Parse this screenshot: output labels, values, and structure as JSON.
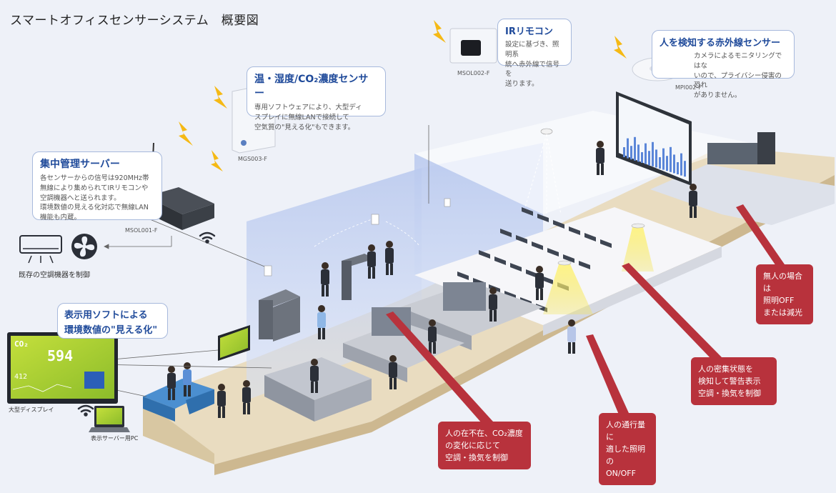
{
  "title": "スマートオフィスセンサーシステム　概要図",
  "server": {
    "heading": "集中管理サーバー",
    "body": [
      "各センサーからの信号は920MHz帯",
      "無線により集められてIRリモコンや",
      "空調機器へと送られます。",
      "環境数値の見える化対応で無線LAN",
      "機能も内蔵。"
    ],
    "model": "MSOL001-F"
  },
  "temp_sensor": {
    "heading": "温・湿度/CO₂濃度センサー",
    "body": [
      "専用ソフトウェアにより、大型ディ",
      "スプレイに無線LANで接続して",
      "空気質の\"見える化\"もできます。"
    ],
    "model": "MGS003-F"
  },
  "ir_remote": {
    "heading": "IRリモコン",
    "body": [
      "設定に基づき、照明系",
      "統へ赤外線で信号を",
      "送ります。"
    ],
    "model": "MSOL002-F"
  },
  "ir_sensor": {
    "heading": "人を検知する赤外線センサー",
    "body": [
      "カメラによるモニタリングではな",
      "いので、プライバシー侵害の恐れ",
      "がありません。"
    ],
    "model": "MPI002-F"
  },
  "hvac_control": "既存の空調機器を制御",
  "display_software": {
    "line1": "表示用ソフトによる",
    "line2": "環境数値の\"見える化\""
  },
  "large_display": {
    "caption": "大型ディスプレイ",
    "reading": "594",
    "co2_label": "CO₂",
    "small_value": "412"
  },
  "server_pc_caption": "表示サーバー用PC",
  "red_notes": {
    "unoccupied": [
      "無人の場合は",
      "照明OFF",
      "または減光"
    ],
    "crowding": [
      "人の密集状態を",
      "検知して警告表示",
      "空調・換気を制御"
    ],
    "traffic": [
      "人の通行量に",
      "適した照明の",
      "ON/OFF"
    ],
    "presence_co2": [
      "人の在不在、CO₂濃度",
      "の変化に応じて",
      "空調・換気を制御"
    ]
  },
  "colors": {
    "accent_blue": "#1f4a9a",
    "callout_border": "#a7b9dc",
    "note_red": "#b8323c",
    "floor": "#e9dcc0",
    "lightning": "#f5b915",
    "room_glass": "#9fb6e6"
  },
  "icons": [
    "lightning-icon",
    "fan-icon",
    "air-conditioner-icon",
    "wifi-icon",
    "antenna-icon",
    "lamp-icon"
  ]
}
